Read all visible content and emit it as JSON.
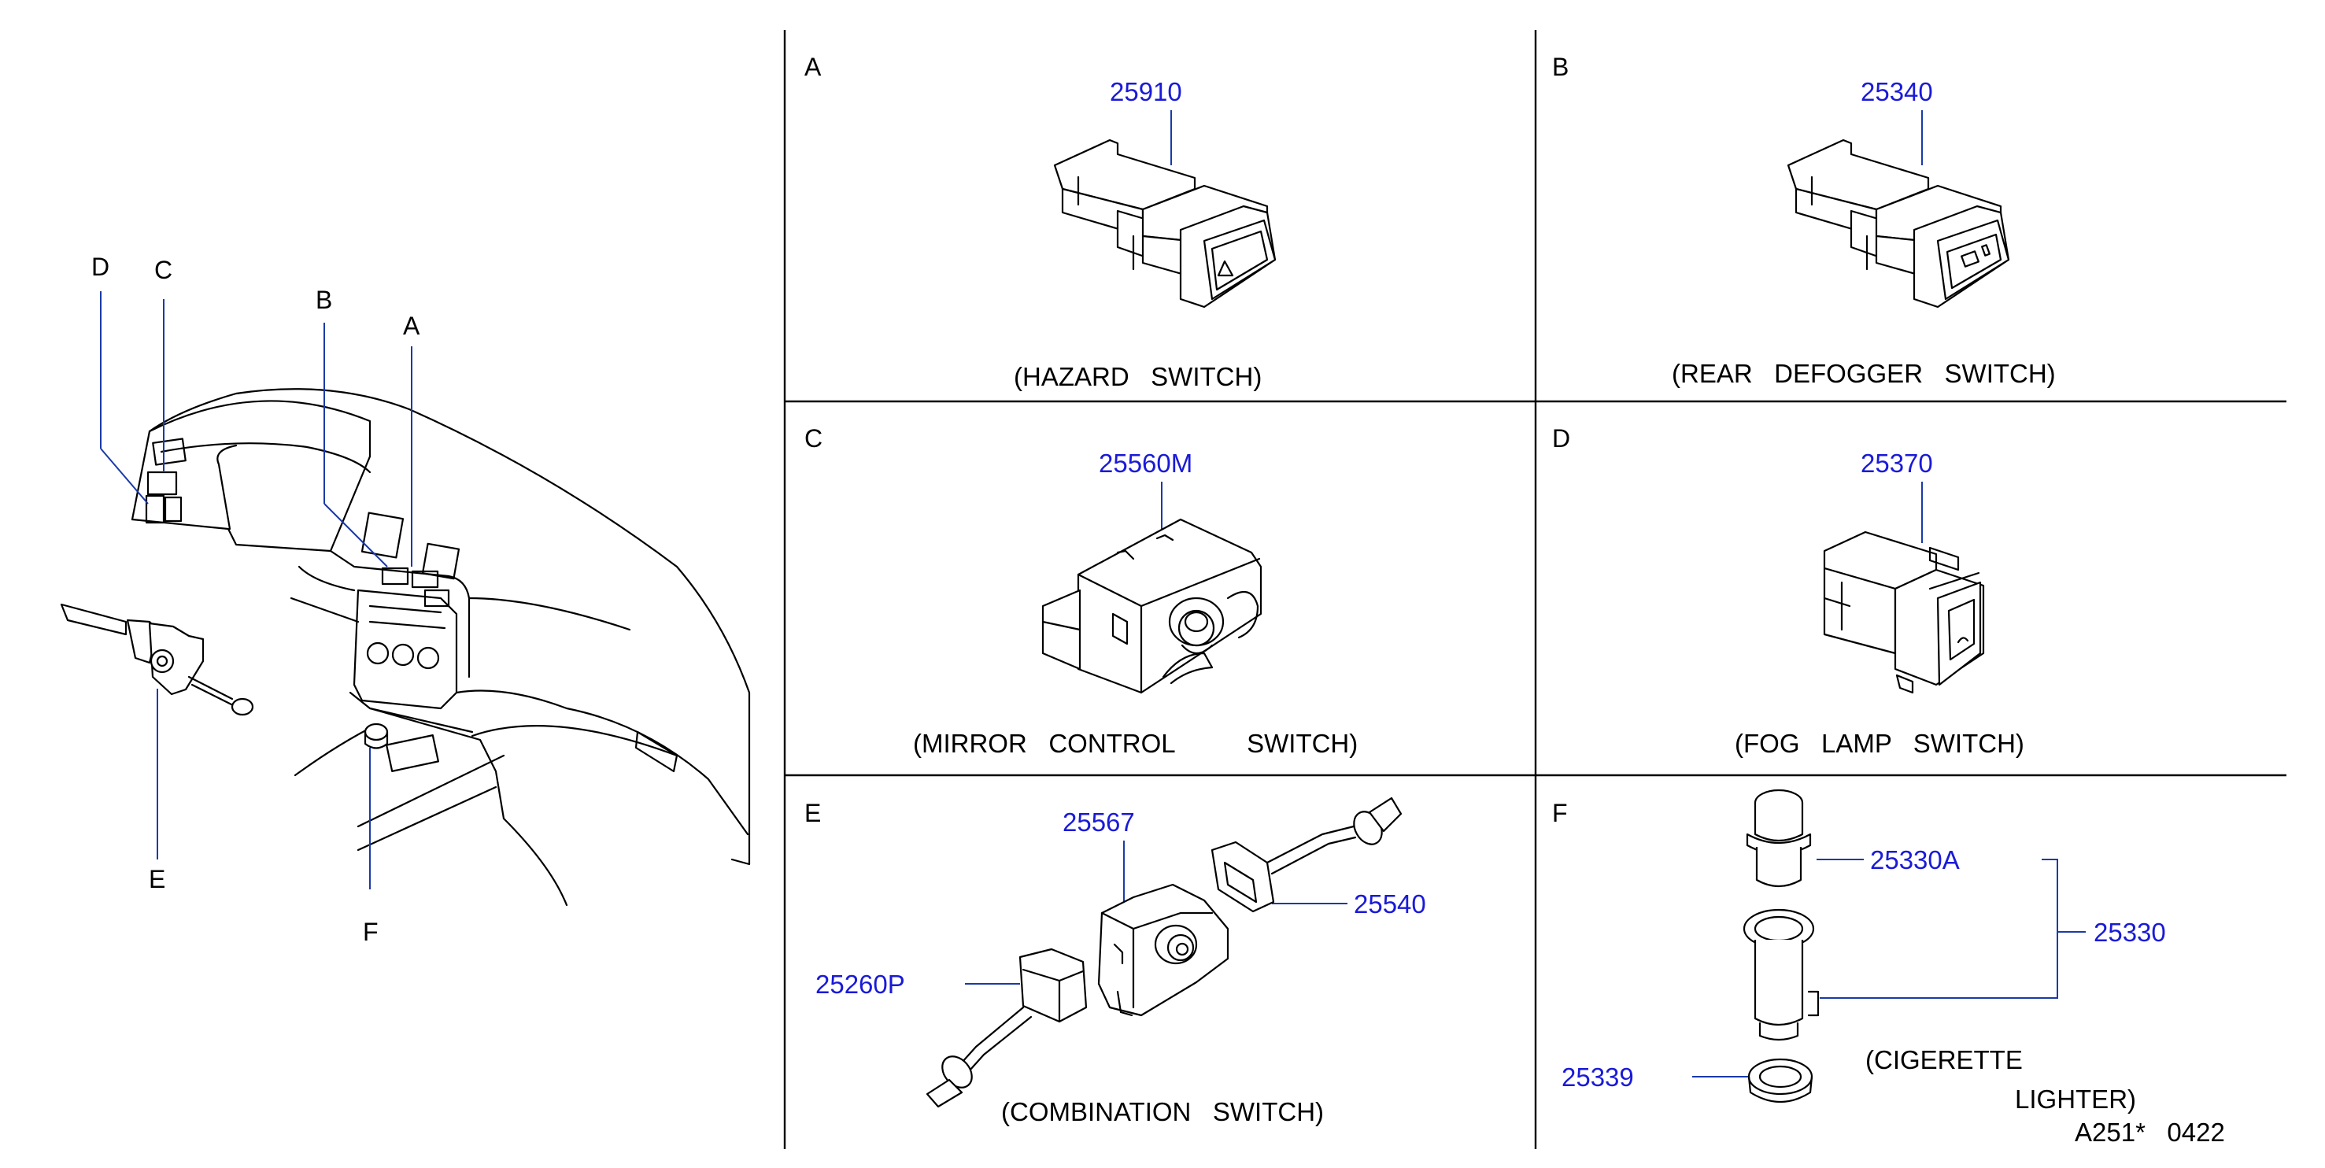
{
  "overview": {
    "callouts": [
      "A",
      "B",
      "C",
      "D",
      "E",
      "F"
    ]
  },
  "panels": {
    "A": {
      "letter": "A",
      "part": "25910",
      "caption": "(HAZARD   SWITCH)"
    },
    "B": {
      "letter": "B",
      "part": "25340",
      "caption": "(REAR   DEFOGGER   SWITCH)"
    },
    "C": {
      "letter": "C",
      "part": "25560M",
      "caption": "(MIRROR   CONTROL          SWITCH)"
    },
    "D": {
      "letter": "D",
      "part": "25370",
      "caption": "(FOG   LAMP   SWITCH)"
    },
    "E": {
      "letter": "E",
      "parts": [
        "25567",
        "25540",
        "25260P"
      ],
      "caption": "(COMBINATION   SWITCH)"
    },
    "F": {
      "letter": "F",
      "parts": [
        "25330A",
        "25330",
        "25339"
      ],
      "caption_line1": "(CIGERETTE",
      "caption_line2": "LIGHTER)"
    }
  },
  "footer": {
    "code": "A251*   0422"
  },
  "colors": {
    "part_numbers": "#1a1ad8",
    "leaders": "#1a3aa8",
    "lines": "#000000"
  }
}
